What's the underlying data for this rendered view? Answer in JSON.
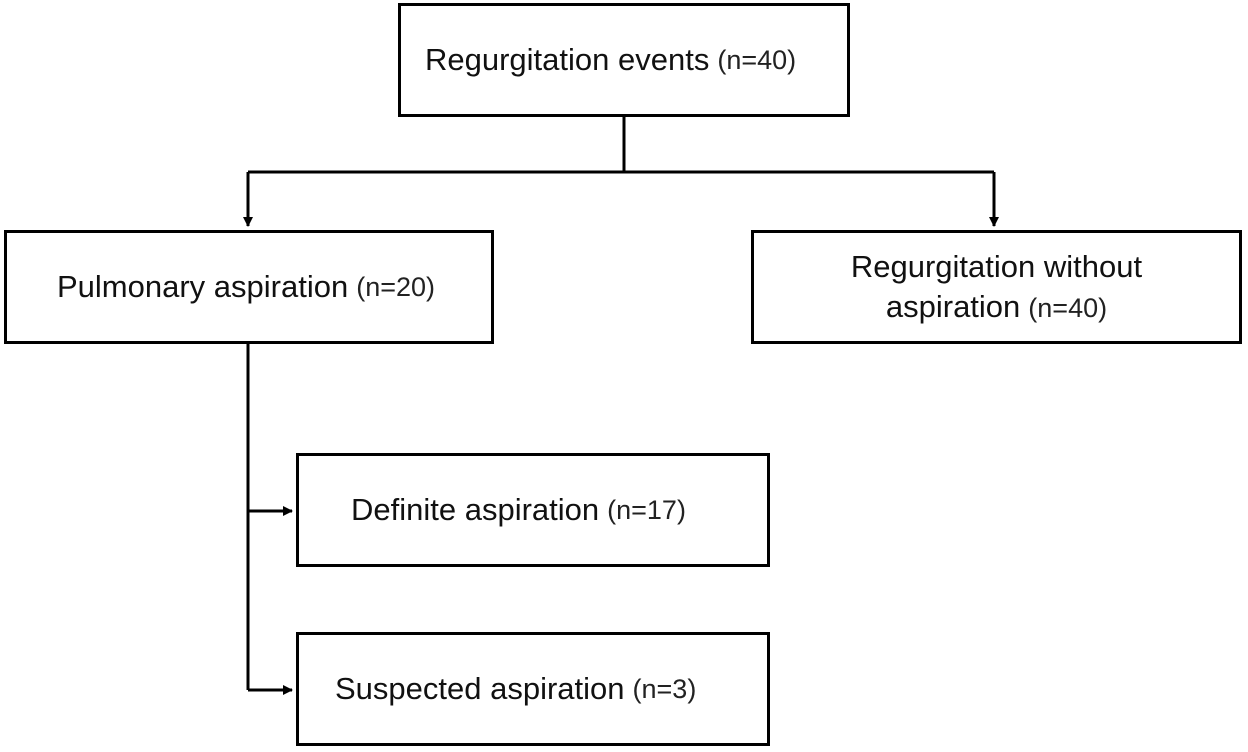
{
  "nodes": {
    "root": {
      "label": "Regurgitation events",
      "count": "(n=40)"
    },
    "pulmonary": {
      "label": "Pulmonary aspiration",
      "count": "(n=20)"
    },
    "without": {
      "label_line1": "Regurgitation without",
      "label_line2": "aspiration",
      "count": "(n=40)"
    },
    "definite": {
      "label": "Definite aspiration",
      "count": "(n=17)"
    },
    "suspected": {
      "label": "Suspected aspiration",
      "count": "(n=3)"
    }
  },
  "edges": [
    {
      "from": "root",
      "to": "pulmonary"
    },
    {
      "from": "root",
      "to": "without"
    },
    {
      "from": "pulmonary",
      "to": "definite"
    },
    {
      "from": "pulmonary",
      "to": "suspected"
    }
  ],
  "colors": {
    "line": "#000000",
    "box_border": "#000000",
    "background": "#ffffff"
  }
}
